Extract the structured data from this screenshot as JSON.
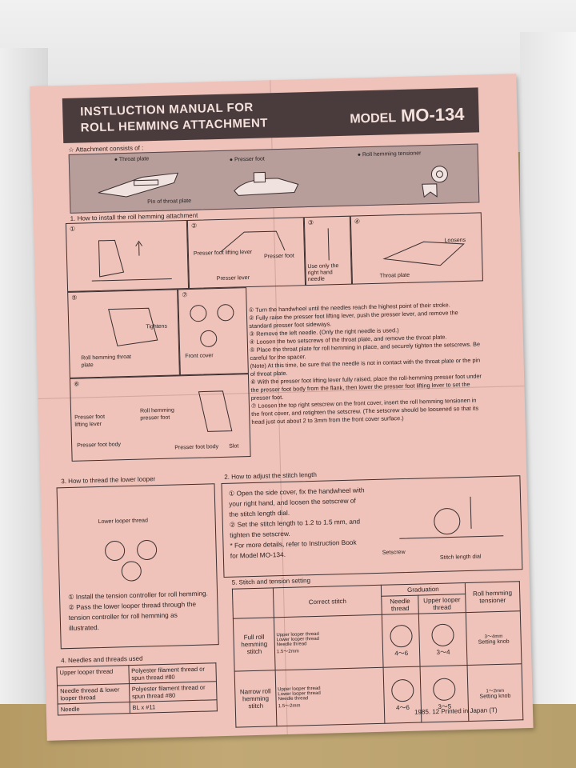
{
  "header": {
    "title_line1": "INSTLUCTION MANUAL FOR",
    "title_line2": "ROLL HEMMING ATTACHMENT",
    "model_label": "MODEL",
    "model_number": "MO-134"
  },
  "attachments": {
    "title": "☆ Attachment consists of :",
    "items": [
      "● Throat plate",
      "● Presser foot",
      "● Roll hemming tensioner"
    ],
    "sublabel": "Pin of throat plate"
  },
  "section1": {
    "title": "1.  How to install the roll hemming attachment",
    "figure_labels": {
      "f2_presser_foot_lifting_lever": "Presser foot lifting lever",
      "f2_presser_foot": "Presser foot",
      "f2_presser_lever": "Presser lever",
      "f3_note": "Use only the right hand needle",
      "f4_loosens": "Loosens",
      "f4_throat_plate": "Throat plate",
      "f5_tightens": "Tightens",
      "f5_roll_hemming_throat_plate": "Roll hemming throat plate",
      "f7_front_cover": "Front cover",
      "f6_presser_foot_lifting_lever": "Presser foot lifting lever",
      "f6_roll_hemming_presser_foot": "Roll hemming presser foot",
      "f6_presser_foot_body": "Presser foot body",
      "f6_presser_foot_body2": "Presser foot body",
      "f6_slot": "Slot"
    },
    "steps": [
      "① Turn the handwheel until the needles reach the highest point of their stroke.",
      "② Fully raise the presser foot lifting lever, push the presser lever, and remove the standard presser foot sideways.",
      "③ Remove the left needle. (Only the right needle is used.)",
      "④ Loosen the two setscrews of the throat plate, and remove the throat plate.",
      "⑤ Place the throat plate for roll hemming in place, and securely tighten the setscrews. Be careful for the spacer.",
      "(Note)  At this time, be sure that the needle is not in contact with the throat plate or the pin of throat plate.",
      "⑥ With the presser foot lifting lever fully raised, place the roll-hemming presser foot under the presser foot body from the flank, then lower the presser foot lifting lever to set the presser foot.",
      "⑦ Loosen the top right setscrew on the front cover, insert the roll hemming tensionen in the front cover, and retighten the setscrew. (The setscrew should be loosened so that its head just out about 2 to 3mm from the front cover surface.)"
    ]
  },
  "section3": {
    "title": "3.  How to thread the lower looper",
    "figure_label": "Lower looper thread",
    "steps": [
      "① Install the tension controller for roll hemming.",
      "② Pass the lower looper thread through the tension controller for roll hemming as illustrated."
    ]
  },
  "section2": {
    "title": "2.  How to adjust the stitch length",
    "steps": [
      "① Open the side cover, fix the handwheel with your right hand, and loosen the setscrew of the stitch length dial.",
      "② Set the stitch length to 1.2 to 1.5 mm, and tighten the setscrew.",
      "* For more details, refer to Instruction Book for Model MO-134."
    ],
    "figure_labels": [
      "Setscrew",
      "Stitch length dial"
    ]
  },
  "section4": {
    "title": "4.  Needles and threads used",
    "rows": [
      [
        "Upper looper thread",
        "Polyester filament thread or spun thread #80"
      ],
      [
        "Needle thread & lower looper thread",
        "Polyester filament thread or spun thread #80"
      ],
      [
        "Needle",
        "BL x #11"
      ]
    ]
  },
  "section5": {
    "title": "5.  Stitch and tension setting",
    "headers": {
      "correct_stitch": "Correct stitch",
      "graduation": "Graduation",
      "needle_thread": "Needle thread",
      "upper_looper_thread": "Upper looper thread",
      "roll_hemming_tensioner": "Roll hemming tensioner"
    },
    "rows": [
      {
        "label": "Full roll hemming stitch",
        "upper": "Upper looper thread",
        "lower": "Lower looper thread",
        "needle_label": "Needle thread",
        "range": "1.5～2mm",
        "needle": "4～6",
        "looper": "3～4",
        "gap": "3～4mm",
        "knob": "Setting knob"
      },
      {
        "label": "Narrow roll hemming stitch",
        "upper": "Upper looper thread",
        "lower": "Lower looper thread",
        "needle_label": "Needle thread",
        "range": "1.5～2mm",
        "needle": "4～6",
        "looper": "3～5",
        "gap": "1～2mm",
        "knob": "Setting knob"
      }
    ]
  },
  "footer": "1985. 12 Printed in Japan (T)"
}
